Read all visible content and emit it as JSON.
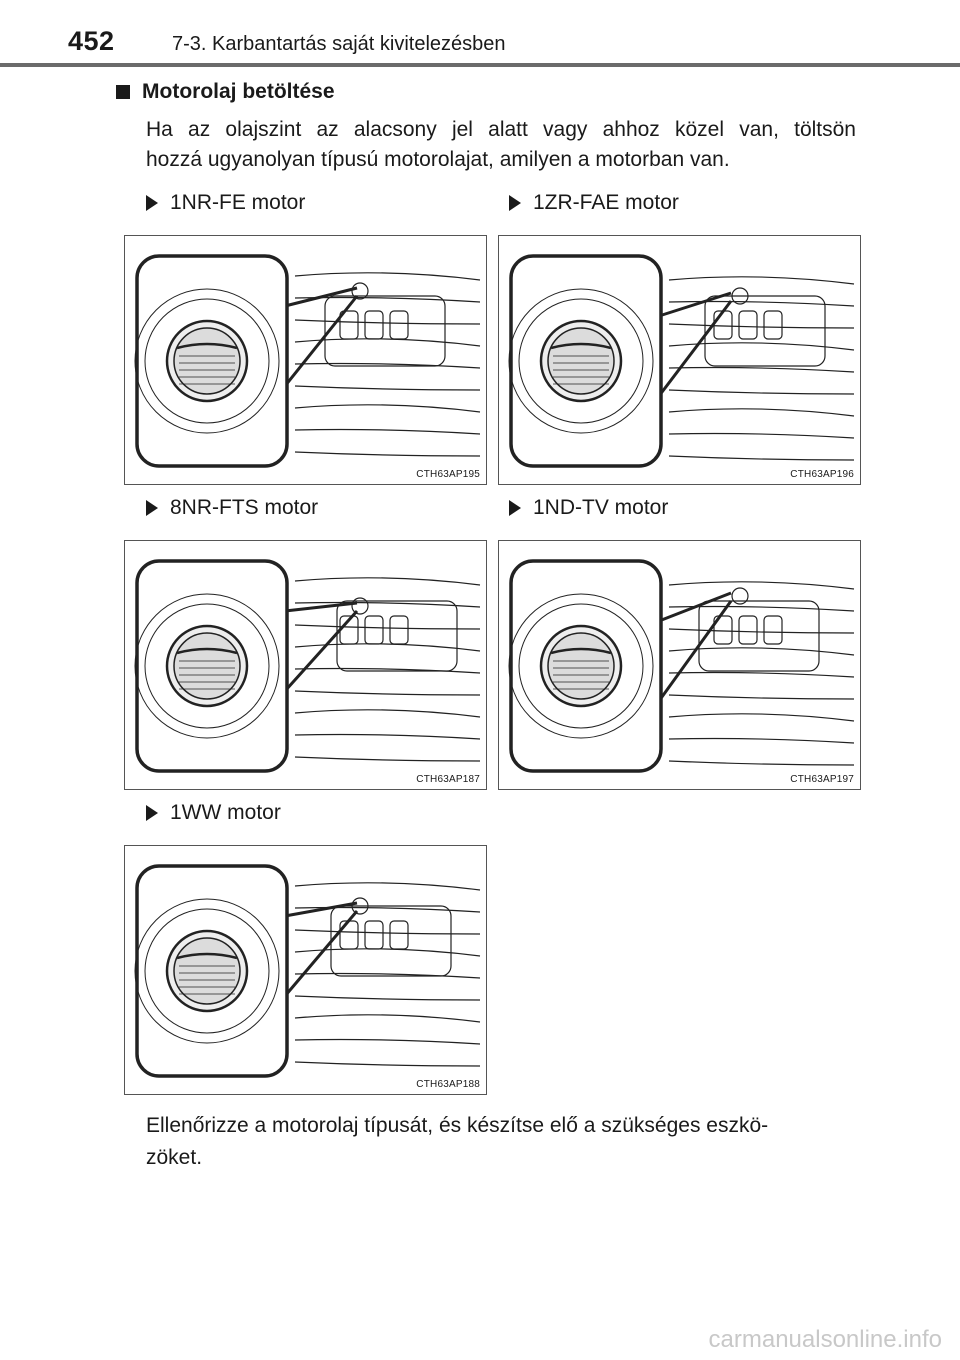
{
  "header": {
    "page_number": "452",
    "chapter": "7-3. Karbantartás saját kivitelezésben"
  },
  "section": {
    "heading": "Motorolaj betöltése",
    "intro_line1": "Ha az olajszint az alacsony jel alatt vagy ahhoz közel van, töltsön",
    "intro_line2": "hozzá ugyanolyan típusú motorolajat, amilyen a motorban van."
  },
  "engines": [
    {
      "label": "1NR-FE motor",
      "figure_code": "CTH63AP195"
    },
    {
      "label": "1ZR-FAE motor",
      "figure_code": "CTH63AP196"
    },
    {
      "label": "8NR-FTS motor",
      "figure_code": "CTH63AP187"
    },
    {
      "label": "1ND-TV motor",
      "figure_code": "CTH63AP197"
    },
    {
      "label": "1WW motor",
      "figure_code": "CTH63AP188"
    }
  ],
  "outro": {
    "line1": "Ellenőrizze a motorolaj típusát, és készítse elő a szükséges eszkö-",
    "line2": "zöket."
  },
  "watermark": "carmanualsonline.info"
}
